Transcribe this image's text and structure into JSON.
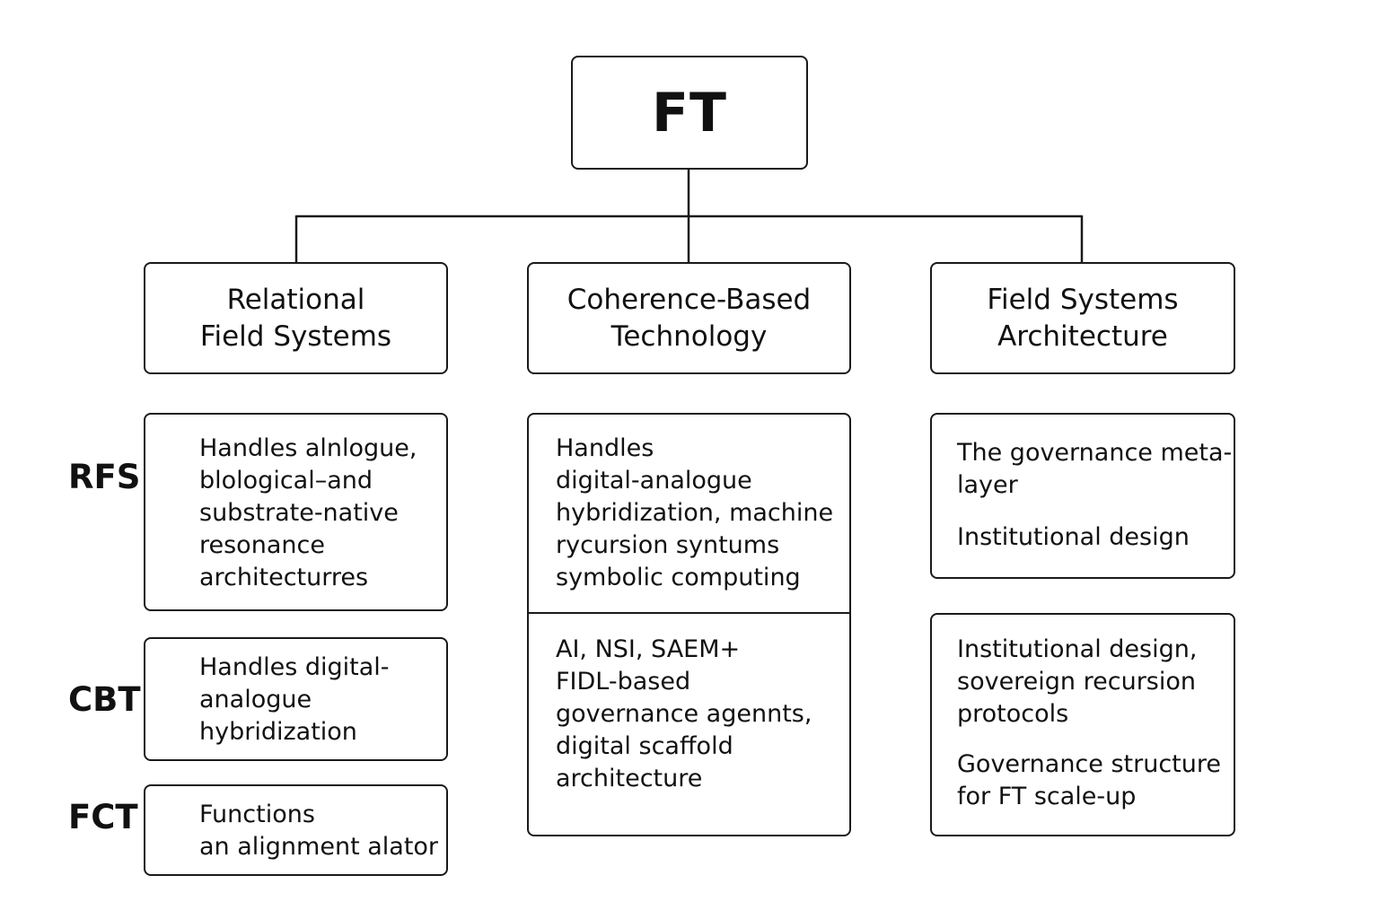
{
  "root": {
    "label": "FT"
  },
  "columns": [
    {
      "title": "Relational\nField Systems"
    },
    {
      "title": "Coherence-Based\nTechnology"
    },
    {
      "title": "Field Systems\nArchitecture"
    }
  ],
  "row_labels": [
    "RFS",
    "CBT",
    "FCT"
  ],
  "left_details": [
    "Handles alnlogue,\nblological–and\nsubstrate-native\nresonance\narchitecturres",
    "Handles digital-\nanalogue\nhybridization",
    "Functions\nan alignment alator"
  ],
  "center_details": [
    "Handles\ndigital-analogue\nhybridization, machine\nrycursion syntums\nsymbolic computing",
    "AI, NSI, SAEM+\nFIDL-based\ngovernance agennts,\ndigital scaffold\narchitecture"
  ],
  "right_details": [
    {
      "lines": [
        "The governance meta-\nlayer",
        "Institutional design"
      ]
    },
    {
      "lines": [
        "Institutional design,\nsovereign recursion\nprotocols",
        "Governance structure\nfor FT scale-up"
      ]
    }
  ],
  "colors": {
    "stroke": "#1a1a1a",
    "text": "#111111",
    "background": "#ffffff"
  }
}
